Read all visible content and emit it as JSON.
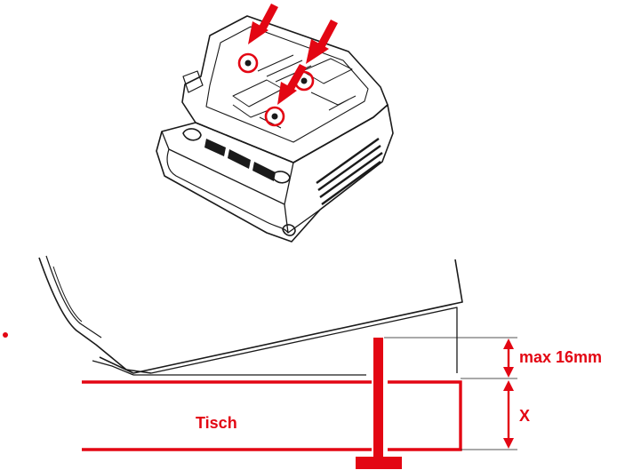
{
  "labels": {
    "max_depth": "max 16mm",
    "thickness": "X",
    "table": "Tisch"
  },
  "colors": {
    "accent": "#e30613",
    "line": "#1a1a1a",
    "background": "#ffffff"
  },
  "screws": {
    "count": 3
  },
  "icons": [
    "down-arrow-icon",
    "screw-circle-icon",
    "double-arrow-icon"
  ]
}
